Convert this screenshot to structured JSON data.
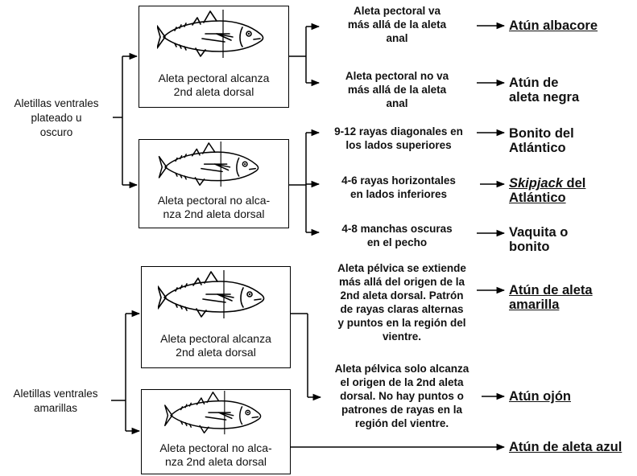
{
  "roots": [
    {
      "lines": [
        "Aletillas ventrales",
        "plateado u",
        "oscuro"
      ]
    },
    {
      "lines": [
        "Aletillas ventrales",
        "amarillas"
      ]
    }
  ],
  "boxes": [
    {
      "lines": [
        "Aleta pectoral alcanza",
        "2nd aleta dorsal"
      ]
    },
    {
      "lines": [
        "Aleta pectoral no alca-",
        "nza 2nd aleta dorsal"
      ]
    },
    {
      "lines": [
        "Aleta pectoral alcanza",
        "2nd aleta dorsal"
      ]
    },
    {
      "lines": [
        "Aleta pectoral no alca-",
        "nza 2nd aleta dorsal"
      ]
    }
  ],
  "criteria": [
    {
      "lines": [
        "Aleta pectoral va",
        "más allá de la aleta",
        "anal"
      ]
    },
    {
      "lines": [
        "Aleta pectoral no va",
        "más allá de la aleta",
        "anal"
      ]
    },
    {
      "lines": [
        "9-12 rayas diagonales en",
        "los lados superiores"
      ]
    },
    {
      "lines": [
        "4-6 rayas horizontales",
        "en lados inferiores"
      ]
    },
    {
      "lines": [
        "4-8 manchas oscuras",
        "en el pecho"
      ]
    },
    {
      "lines": [
        "Aleta pélvica se extiende",
        "más allá del origen de la",
        "2nd aleta dorsal.  Patrón",
        "de rayas claras alternas",
        "y puntos en la región del",
        "vientre."
      ]
    },
    {
      "lines": [
        "Aleta pélvica solo alcanza",
        "el origen de la 2nd aleta",
        "dorsal.  No hay puntos o",
        "patrones de rayas en la",
        "región del vientre."
      ]
    }
  ],
  "results": [
    {
      "lines": [
        "Atún albacore"
      ]
    },
    {
      "lines": [
        "Atún de",
        "aleta negra"
      ]
    },
    {
      "lines": [
        "Bonito del",
        "Atlántico"
      ]
    },
    {
      "lines": [
        "Skipjack del",
        "Atlántico"
      ],
      "italic_word": "Skipjack"
    },
    {
      "lines": [
        "Vaquita o",
        "bonito"
      ]
    },
    {
      "lines": [
        "Atún de aleta",
        "amarilla"
      ]
    },
    {
      "lines": [
        "Atún ojón"
      ]
    },
    {
      "lines": [
        "Atún de aleta azul"
      ]
    }
  ]
}
